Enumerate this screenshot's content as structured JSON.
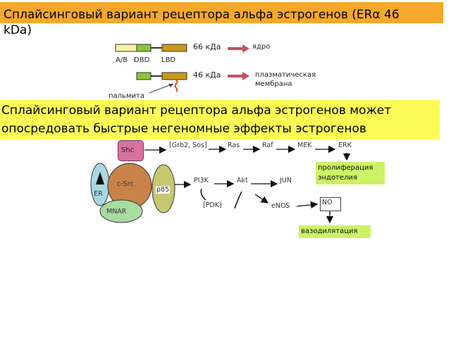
{
  "header": {
    "title_line1": "Сплайсинговый вариант рецептора альфа эстрогенов (ERα 46",
    "title_line2": "kDa)"
  },
  "domains": {
    "ab_label": "A/B",
    "dbd_label": "DBD",
    "lbd_label": "LBD",
    "full_size": "66 кДа",
    "short_size": "46 кДа",
    "nucleus": "ядро",
    "membrane": "плазматическая мембрана",
    "palmitate": "пальмита"
  },
  "subtitle": "Сплайсинговый вариант рецептора альфа эстрогенов может опосредовать быстрые негеномные эффекты эстрогенов",
  "complex": {
    "shc": "Shc",
    "er": "ER",
    "csrc": "c-Src",
    "p85": "p85",
    "mnar": "MNAR"
  },
  "pathway": {
    "grb2_sos": "[Grb2, Sos]",
    "ras": "Ras",
    "raf": "Raf",
    "mek": "MEK",
    "erk": "ERK",
    "pi3k": "PI3K",
    "akt": "Akt",
    "jun": "JUN",
    "pdk": "[PDK]",
    "enos": "eNOS",
    "no": "NO",
    "proliferation": "пролиферация эндотелия",
    "vasodilation": "вазодилятация"
  },
  "colors": {
    "title_band": "#f5a82a",
    "subtitle_band": "#fbfb55",
    "ab_domain": "#fbf3a3",
    "dbd_domain": "#8cc43d",
    "lbd_domain": "#c9981a",
    "arrow_red": "#c8505a",
    "csrc": "#c9824a",
    "p85": "#c7c770",
    "mnar": "#a8dca0",
    "er": "#a8d8e2",
    "shc": "#d9719e",
    "result_box": "#ccf266"
  }
}
